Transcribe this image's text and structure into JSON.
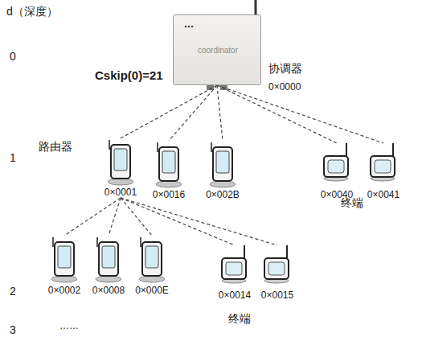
{
  "diagram": {
    "nodes": [
      {
        "text": [
          "coordinator",
          "协调器",
          "0×0000"
        ]
      },
      {
        "text": [
          "0×0001"
        ]
      },
      {
        "text": [
          "0×0016"
        ]
      },
      {
        "text": [
          "0×002B"
        ]
      },
      {
        "text": [
          "0×0040"
        ]
      },
      {
        "text": [
          "0×0041"
        ]
      },
      {
        "text": [
          "0×0002"
        ]
      },
      {
        "text": [
          "0×0008"
        ]
      },
      {
        "text": [
          "0×000E"
        ]
      },
      {
        "text": [
          "0×0014"
        ]
      },
      {
        "text": [
          "0×0015"
        ]
      }
    ],
    "edges": [
      {
        "from": 0,
        "to": 1,
        "arrow": "none"
      },
      {
        "from": 0,
        "to": 2,
        "arrow": "none"
      },
      {
        "from": 0,
        "to": 3,
        "arrow": "none"
      },
      {
        "from": 0,
        "to": 4,
        "arrow": "none"
      },
      {
        "from": 0,
        "to": 5,
        "arrow": "none"
      },
      {
        "from": 1,
        "to": 6,
        "arrow": "none"
      },
      {
        "from": 1,
        "to": 7,
        "arrow": "none"
      },
      {
        "from": 1,
        "to": 8,
        "arrow": "none"
      },
      {
        "from": 1,
        "to": 9,
        "arrow": "none"
      },
      {
        "from": 1,
        "to": 10,
        "arrow": "none"
      }
    ],
    "labels": [
      "d（深度）",
      "0",
      "1",
      "2",
      "3",
      "Cskip(0)=21",
      "路由器",
      "终端",
      "终端",
      "……"
    ]
  }
}
